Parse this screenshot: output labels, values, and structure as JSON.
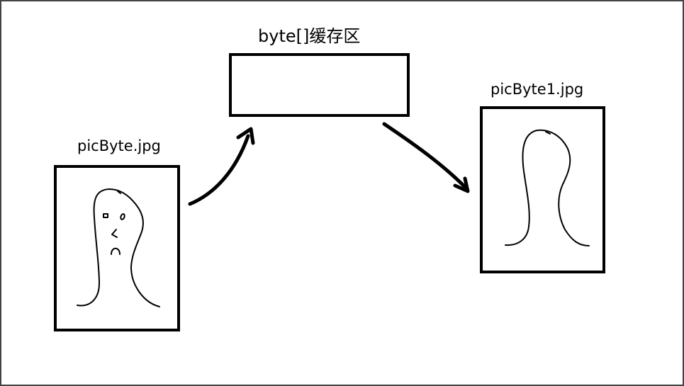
{
  "labels": {
    "buffer": "byte[]缓存区",
    "source_file": "picByte.jpg",
    "target_file": "picByte1.jpg"
  },
  "colors": {
    "stroke": "#000000",
    "border": "#444444",
    "background": "#ffffff"
  }
}
